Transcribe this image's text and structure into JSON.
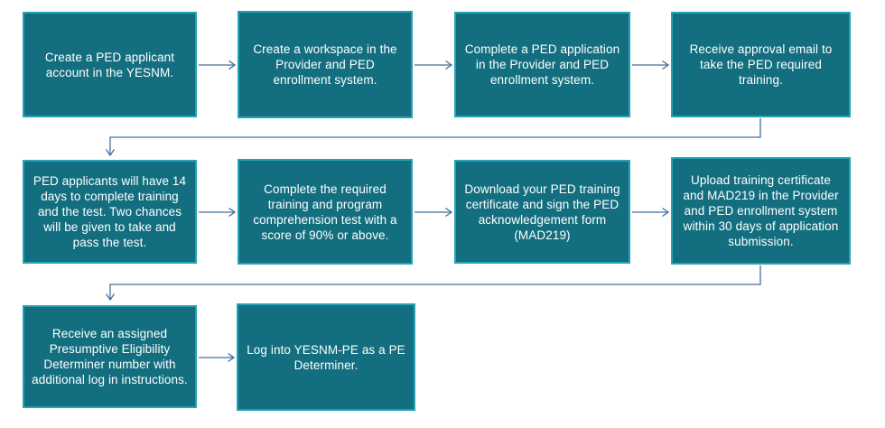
{
  "colors": {
    "background": "#ffffff",
    "box_fill": "#136f7f",
    "box_border": "#25a2b5",
    "box_text": "#ffffff",
    "connector": "#41719c"
  },
  "flowchart": {
    "steps": [
      {
        "text": "Create a PED applicant account in the YESNM."
      },
      {
        "text": "Create a workspace in the Provider and PED enrollment system."
      },
      {
        "text": "Complete a PED application in the Provider and PED enrollment system."
      },
      {
        "text": "Receive approval email to take the PED required training."
      },
      {
        "text": "PED applicants will have 14 days to complete training and the test. Two chances will be given to take and pass the test."
      },
      {
        "text": "Complete the required training and program comprehension test with a score of 90% or above."
      },
      {
        "text": "Download your PED training certificate and sign the PED acknowledgement form (MAD219)"
      },
      {
        "text": "Upload training certificate and MAD219 in the Provider and PED enrollment system within 30 days of application submission."
      },
      {
        "text": "Receive an assigned Presumptive Eligibility Determiner number with additional log in instructions."
      },
      {
        "text": "Log into YESNM-PE as a PE Determiner."
      }
    ]
  }
}
